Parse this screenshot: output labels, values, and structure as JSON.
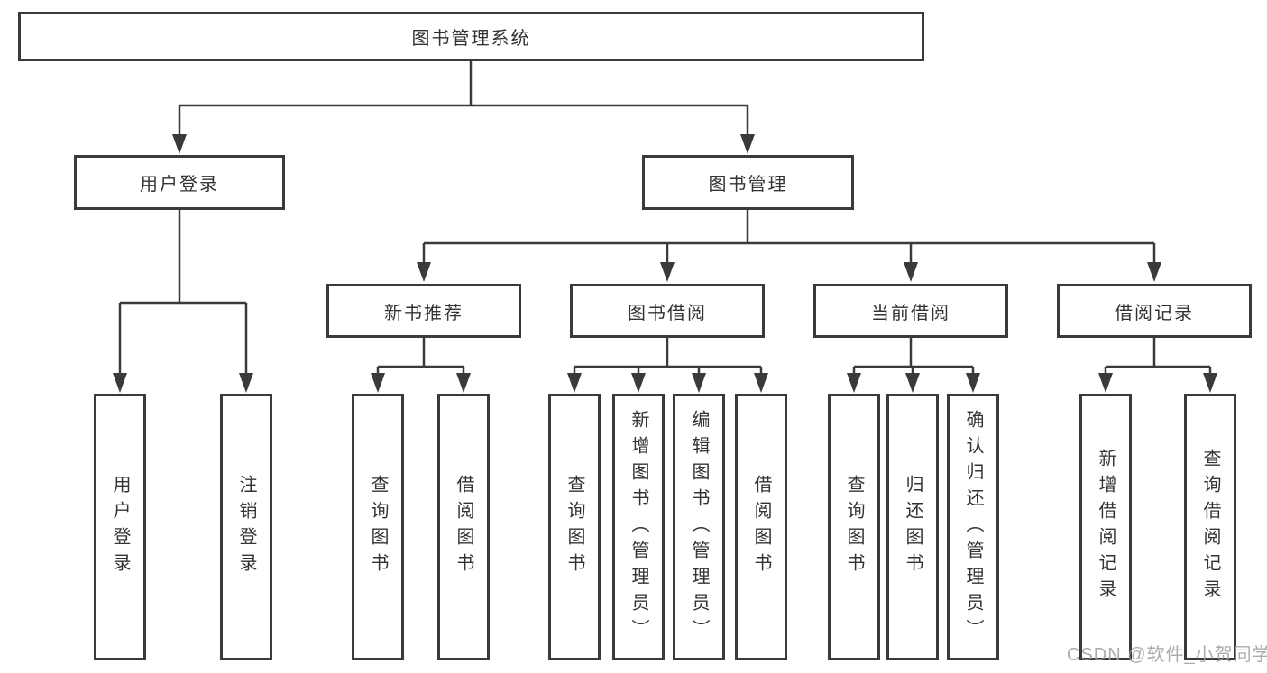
{
  "diagram_title": "图书管理系统",
  "tree": {
    "root": "图书管理系统",
    "branches": [
      {
        "label": "用户登录",
        "children": [
          "用户登录",
          "注销登录"
        ]
      },
      {
        "label": "图书管理",
        "sections": [
          {
            "label": "新书推荐",
            "children": [
              "查询图书",
              "借阅图书"
            ]
          },
          {
            "label": "图书借阅",
            "children": [
              "查询图书",
              "新增图书（管理员）",
              "编辑图书（管理员）",
              "借阅图书"
            ]
          },
          {
            "label": "当前借阅",
            "children": [
              "查询图书",
              "归还图书",
              "确认归还（管理员）"
            ]
          },
          {
            "label": "借阅记录",
            "children": [
              "新增借阅记录",
              "查询借阅记录"
            ]
          }
        ]
      }
    ]
  },
  "watermark": {
    "text": "CSDN @软件_小贺同学"
  },
  "colors": {
    "line": "#3a3a3a",
    "box_border": "#3a3a3a",
    "text": "#333333",
    "background": "#ffffff",
    "watermark": "#9e9e9e"
  }
}
